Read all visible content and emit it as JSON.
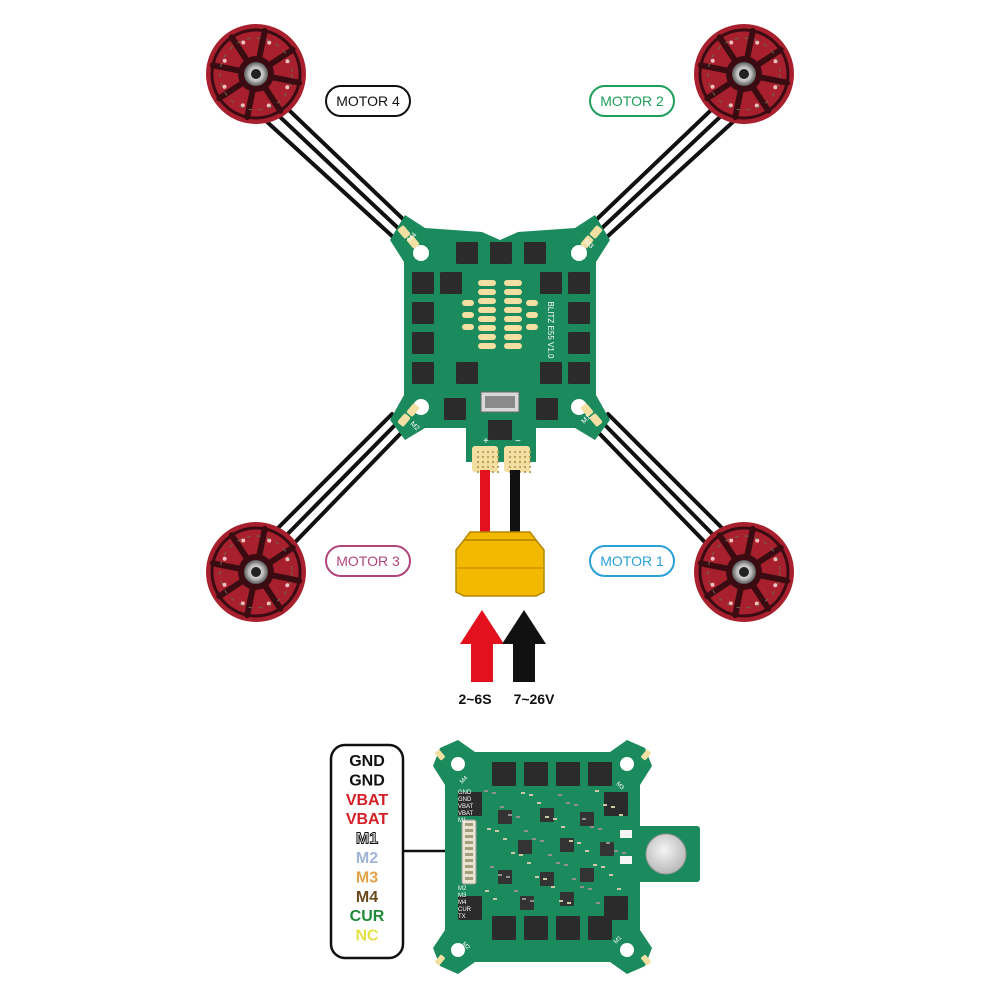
{
  "motor_labels": [
    {
      "text": "MOTOR 4",
      "color": "#111111"
    },
    {
      "text": "MOTOR 2",
      "color": "#1e9e5a"
    },
    {
      "text": "MOTOR 3",
      "color": "#b0457e"
    },
    {
      "text": "MOTOR 1",
      "color": "#2a9fd8"
    }
  ],
  "board": {
    "esc_name": "BLITZ E55 V1.0",
    "pad_labels": [
      "M4",
      "M3",
      "M2",
      "M1"
    ],
    "connector_pins": [
      "GND",
      "GND",
      "VBAT",
      "VBAT",
      "M1",
      "M2",
      "M3",
      "M4",
      "CUR",
      "TX"
    ],
    "plus_sign": "+",
    "minus_sign": "−"
  },
  "power": {
    "cell_range": "2~6S",
    "voltage_range": "7~26V",
    "positive_color": "#e3101e",
    "negative_color": "#111111",
    "connector_color": "#f2b900"
  },
  "pinout": [
    {
      "label": "GND",
      "color": "#111111"
    },
    {
      "label": "GND",
      "color": "#111111"
    },
    {
      "label": "VBAT",
      "color": "#d41f26"
    },
    {
      "label": "VBAT",
      "color": "#d41f26"
    },
    {
      "label": "M1",
      "color": "#ffffff",
      "outline": true
    },
    {
      "label": "M2",
      "color": "#9fb4d6"
    },
    {
      "label": "M3",
      "color": "#e3a24a"
    },
    {
      "label": "M4",
      "color": "#6b4a1e"
    },
    {
      "label": "CUR",
      "color": "#1f8a3a"
    },
    {
      "label": "NC",
      "color": "#e6e24a"
    }
  ],
  "colors": {
    "pcb": "#1b8a5c",
    "pcb_dark": "#146b46",
    "motor_red": "#a8202e",
    "motor_dark": "#3a0c12",
    "pad_gold": "#f3dfa2"
  }
}
